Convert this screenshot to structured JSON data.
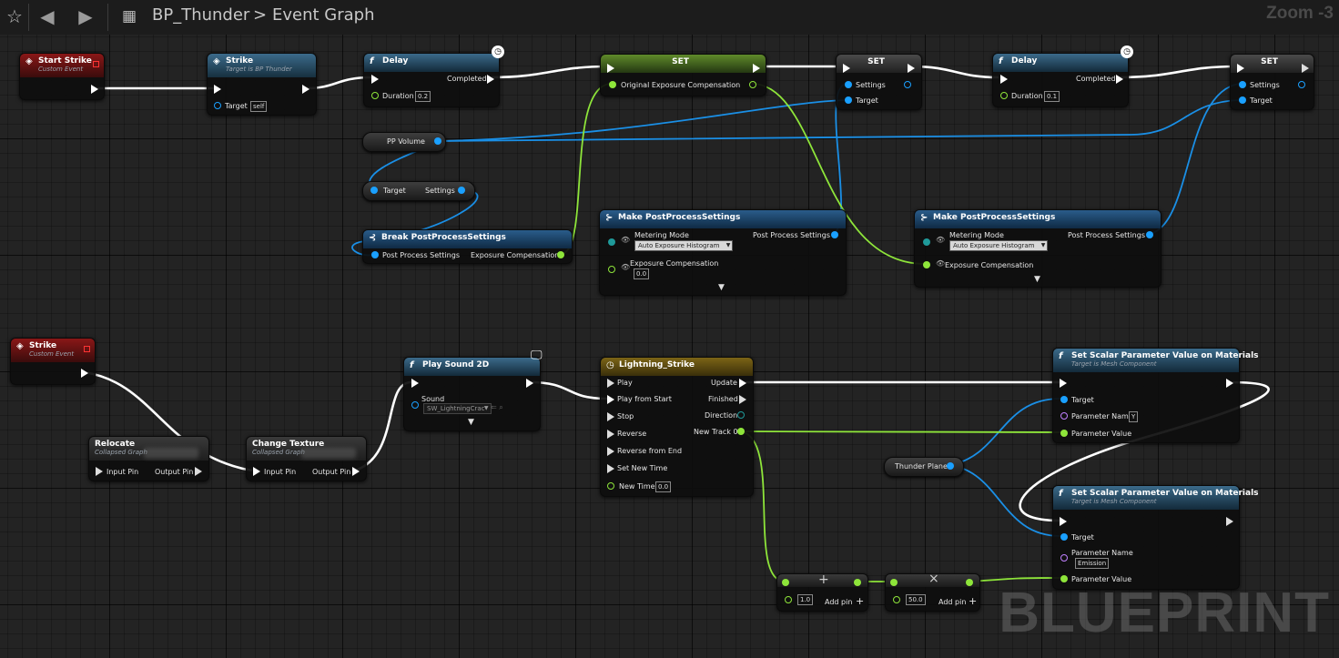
{
  "toolbar": {
    "blueprint_name": "BP_Thunder",
    "separator": ">",
    "graph_name": "Event Graph",
    "zoom": "Zoom -3",
    "star_icon": "star-icon",
    "back_icon": "back-arrow-icon",
    "forward_icon": "forward-arrow-icon",
    "graph_icon": "graph-icon"
  },
  "watermark": "BLUEPRINT",
  "nodes": {
    "start_strike": {
      "title": "Start Strike",
      "sub": "Custom Event"
    },
    "strike_call": {
      "title": "Strike",
      "sub": "Target is BP Thunder",
      "target": "Target",
      "target_val": "self"
    },
    "delay1": {
      "title": "Delay",
      "completed": "Completed",
      "duration": "Duration",
      "duration_val": "0.2"
    },
    "set1": {
      "title": "SET",
      "pin": "Original Exposure Compensation"
    },
    "set2": {
      "title": "SET",
      "settings": "Settings",
      "target": "Target"
    },
    "delay2": {
      "title": "Delay",
      "completed": "Completed",
      "duration": "Duration",
      "duration_val": "0.1"
    },
    "set3": {
      "title": "SET",
      "settings": "Settings",
      "target": "Target"
    },
    "pp_volume": {
      "label": "PP Volume"
    },
    "get_settings": {
      "target": "Target",
      "settings": "Settings"
    },
    "break_pp": {
      "title": "Break PostProcessSettings",
      "in": "Post Process Settings",
      "out": "Exposure Compensation"
    },
    "make_pp1": {
      "title": "Make PostProcessSettings",
      "metering": "Metering Mode",
      "metering_val": "Auto Exposure Histogram",
      "exposure": "Exposure Compensation",
      "exposure_val": "0.0",
      "out": "Post Process Settings"
    },
    "make_pp2": {
      "title": "Make PostProcessSettings",
      "metering": "Metering Mode",
      "metering_val": "Auto Exposure Histogram",
      "exposure": "Exposure Compensation",
      "out": "Post Process Settings"
    },
    "strike_event": {
      "title": "Strike",
      "sub": "Custom Event"
    },
    "relocate": {
      "title": "Relocate",
      "sub": "Collapsed Graph",
      "in": "Input Pin",
      "out": "Output Pin"
    },
    "change_texture": {
      "title": "Change Texture",
      "sub": "Collapsed Graph",
      "in": "Input Pin",
      "out": "Output Pin"
    },
    "play_sound": {
      "title": "Play Sound 2D",
      "sound": "Sound",
      "sound_val": "SW_LightningCrac"
    },
    "timeline": {
      "title": "Lightning_Strike",
      "play": "Play",
      "play_start": "Play from Start",
      "stop": "Stop",
      "reverse": "Reverse",
      "reverse_end": "Reverse from End",
      "set_new": "Set New Time",
      "new_time": "New Time",
      "new_time_val": "0.0",
      "update": "Update",
      "finished": "Finished",
      "direction": "Direction",
      "track": "New Track 0"
    },
    "scalar1": {
      "title": "Set Scalar Parameter Value on Materials",
      "sub": "Target is Mesh Component",
      "target": "Target",
      "param_name": "Parameter Name",
      "param_name_val": "Y",
      "param_value": "Parameter Value"
    },
    "scalar2": {
      "title": "Set Scalar Parameter Value on Materials",
      "sub": "Target is Mesh Component",
      "target": "Target",
      "param_name": "Parameter Name",
      "param_name_val": "Emission",
      "param_value": "Parameter Value"
    },
    "thunder_plane": {
      "label": "Thunder Plane"
    },
    "add_node": {
      "val": "1.0",
      "add": "Add pin",
      "op": "+"
    },
    "mult_node": {
      "val": "50.0",
      "add": "Add pin",
      "op": "×"
    }
  }
}
